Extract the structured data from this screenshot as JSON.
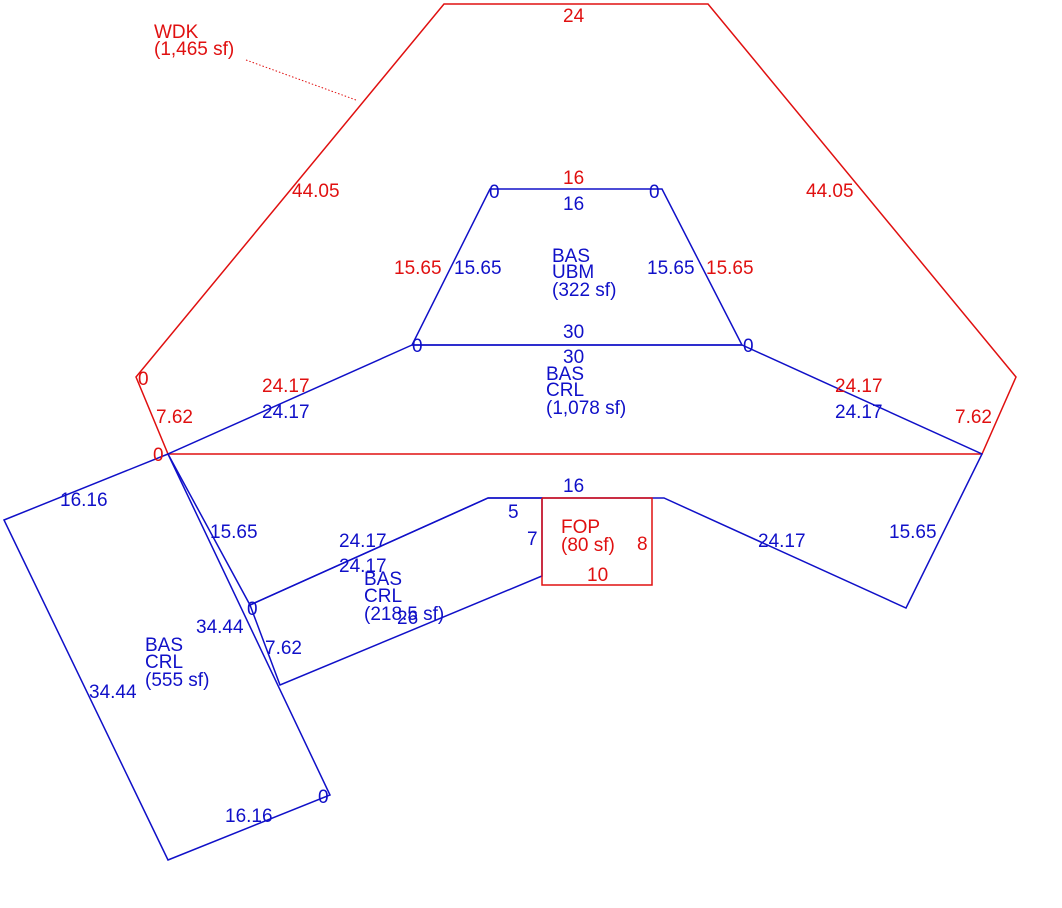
{
  "areas": {
    "wdk": {
      "code": "WDK",
      "area": "(1,465 sf)"
    },
    "ubm": {
      "code": "BAS",
      "sub": "UBM",
      "area": "(322 sf)"
    },
    "crl_main": {
      "code": "BAS",
      "sub": "CRL",
      "area": "(1,078 sf)"
    },
    "crl_small": {
      "code": "BAS",
      "sub": "CRL",
      "area": "(218.5 sf)"
    },
    "crl_left": {
      "code": "BAS",
      "sub": "CRL",
      "area": "(555 sf)"
    },
    "fop": {
      "code": "FOP",
      "area": "(80 sf)"
    }
  },
  "dims": {
    "wdk_top": "24",
    "wdk_left_diag": "44.05",
    "wdk_right_diag": "44.05",
    "wdk_left_short": "7.62",
    "wdk_right_short": "7.62",
    "wdk_left_lower": "24.17",
    "wdk_right_lower": "24.17",
    "wdk_ubm_top": "16",
    "wdk_ubm_left": "15.65",
    "wdk_ubm_right": "15.65",
    "wdk_zero": "0",
    "wdk_zero_left": "0",
    "ubm_top": "16",
    "ubm_left": "15.65",
    "ubm_right": "15.65",
    "ubm_bottom": "30",
    "ubm_zero_tl": "0",
    "ubm_zero_tr": "0",
    "crl_top": "30",
    "crl_zero_l": "0",
    "crl_zero_r": "0",
    "crl_left_upper": "24.17",
    "crl_right_upper": "24.17",
    "crl_left_side": "15.65",
    "crl_right_side": "15.65",
    "crl_bottom_left": "24.17",
    "crl_bottom_right": "24.17",
    "crl_bottom_mid": "16",
    "small_top": "24.17",
    "small_zero": "0",
    "small_5": "5",
    "small_7": "7",
    "small_26": "26",
    "small_762": "7.62",
    "left_top": "16.16",
    "left_bottom": "16.16",
    "left_outer": "34.44",
    "left_inner": "34.44",
    "left_zero": "0",
    "fop_right": "8",
    "fop_bottom": "10"
  },
  "colors": {
    "red": "#e01010",
    "blue": "#1010c8"
  }
}
